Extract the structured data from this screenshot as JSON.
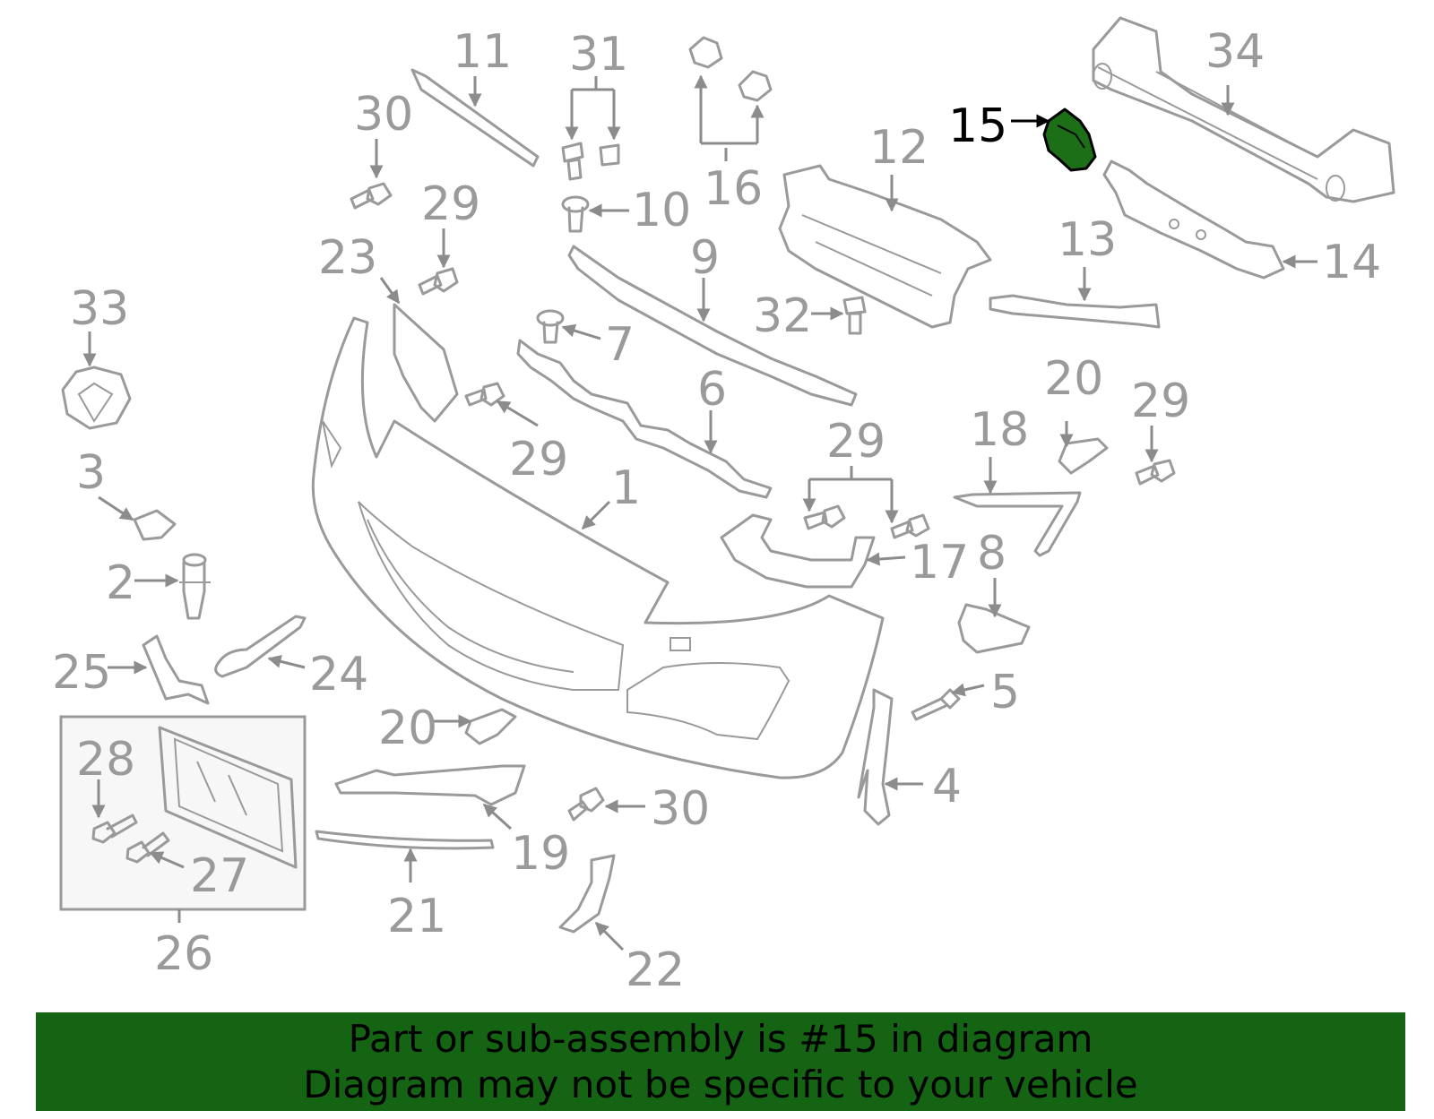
{
  "diagram": {
    "highlighted_part": "15",
    "highlight_color": "#1d6f17",
    "line_color": "#9a9a9a",
    "callouts": {
      "c1": "1",
      "c2": "2",
      "c3": "3",
      "c4": "4",
      "c5": "5",
      "c6": "6",
      "c7": "7",
      "c8": "8",
      "c9": "9",
      "c10": "10",
      "c11": "11",
      "c12": "12",
      "c13": "13",
      "c14": "14",
      "c15": "15",
      "c16": "16",
      "c17": "17",
      "c18": "18",
      "c19": "19",
      "c20a": "20",
      "c20b": "20",
      "c21": "21",
      "c22": "22",
      "c23": "23",
      "c24": "24",
      "c25": "25",
      "c26": "26",
      "c27": "27",
      "c28": "28",
      "c29a": "29",
      "c29b": "29",
      "c29c": "29",
      "c29d": "29",
      "c30a": "30",
      "c30b": "30",
      "c31": "31",
      "c32": "32",
      "c33": "33",
      "c34": "34"
    }
  },
  "banner": {
    "line1": "Part or sub-assembly is #15 in diagram",
    "line2": "Diagram may not be specific to your vehicle",
    "background_color": "#146414"
  }
}
